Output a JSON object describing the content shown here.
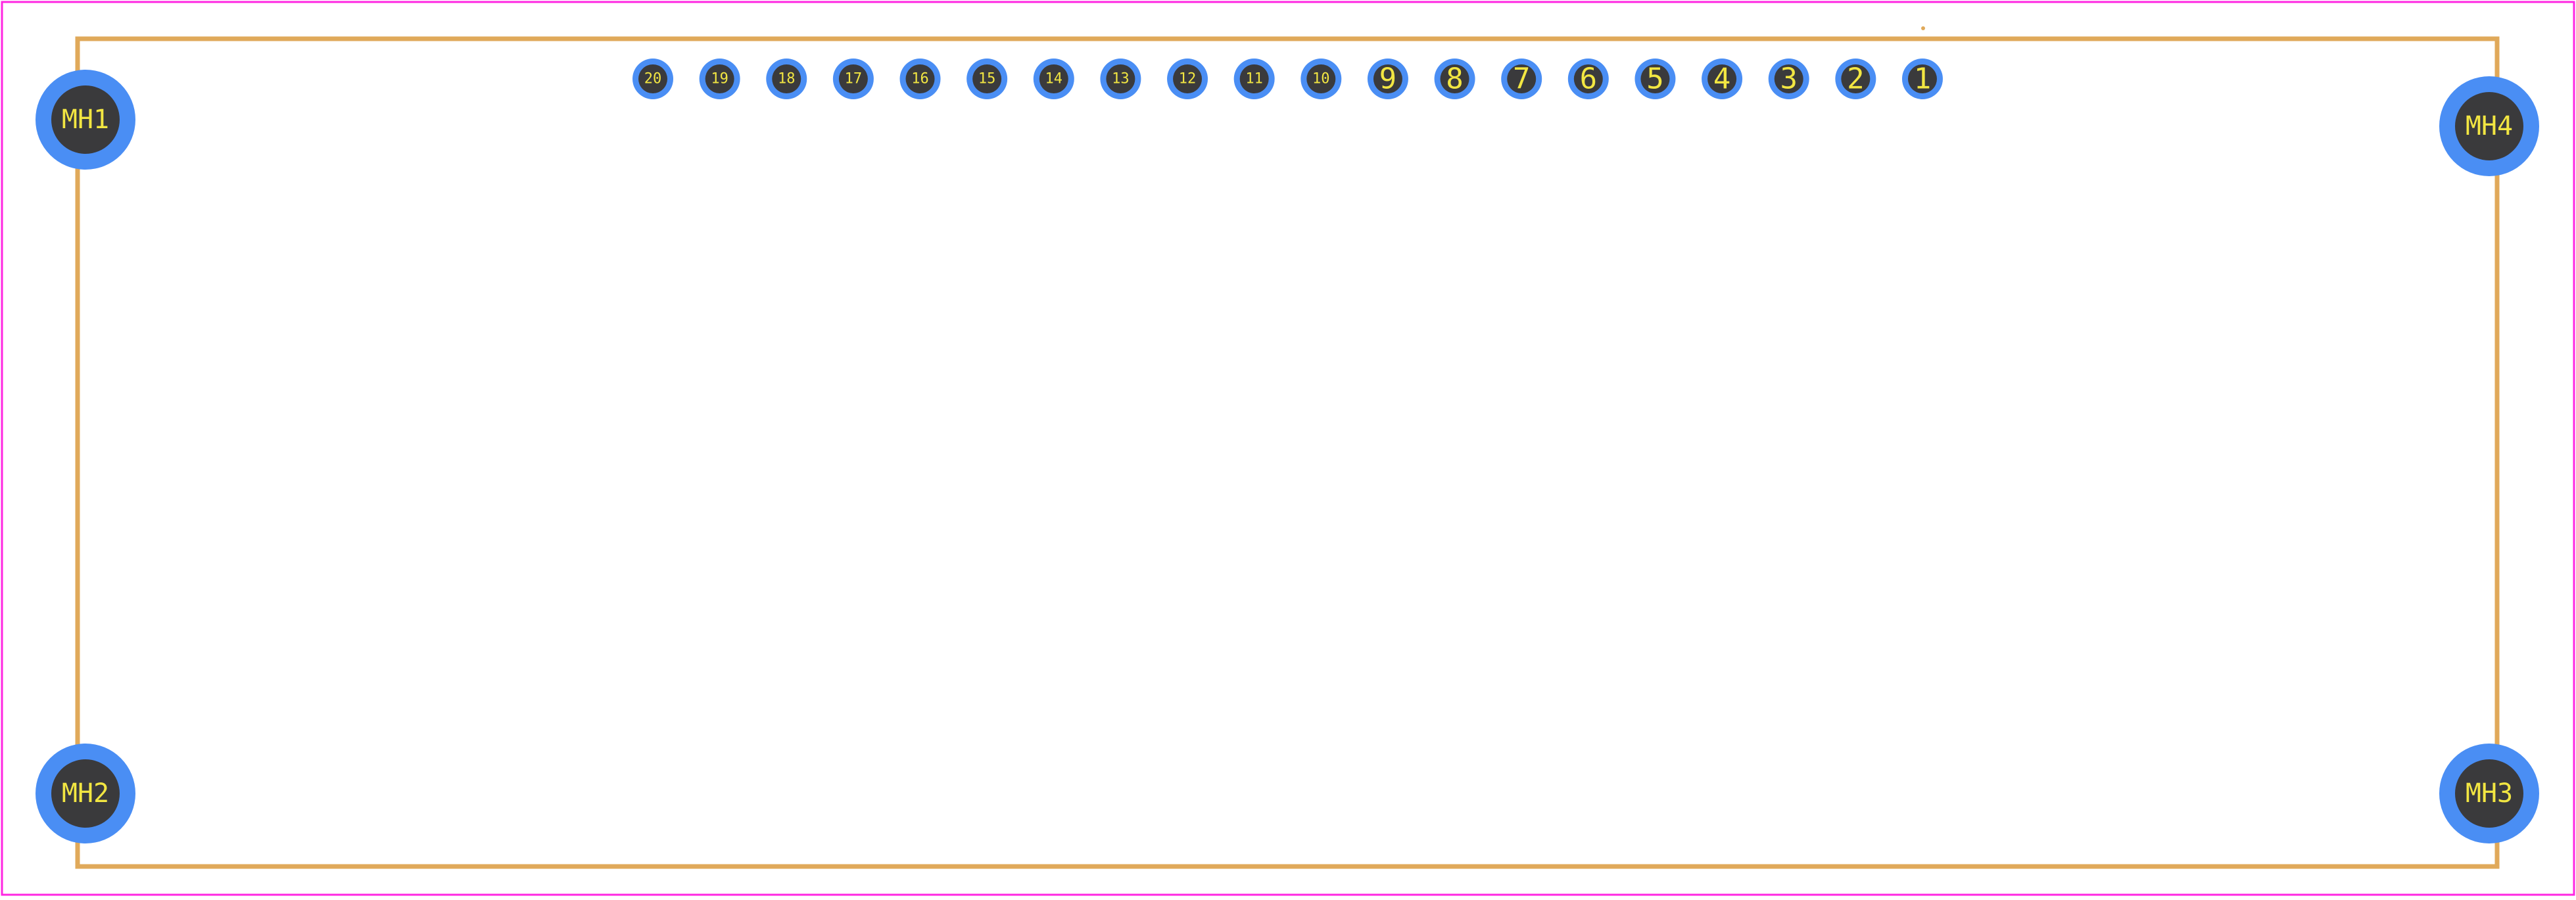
{
  "colors": {
    "background": "#ffffff",
    "board_border": "#ff26e2",
    "silkscreen": "#e0a95a",
    "pad_copper": "#4a8ef4",
    "drill_hole": "#3a3a3c",
    "pad_label": "#f2e642"
  },
  "footprint": {
    "pins": [
      "20",
      "19",
      "18",
      "17",
      "16",
      "15",
      "14",
      "13",
      "12",
      "11",
      "10",
      "9",
      "8",
      "7",
      "6",
      "5",
      "4",
      "3",
      "2",
      "1"
    ],
    "mounting_holes": {
      "top_left": "MH1",
      "bottom_left": "MH2",
      "bottom_right": "MH3",
      "top_right": "MH4"
    }
  }
}
